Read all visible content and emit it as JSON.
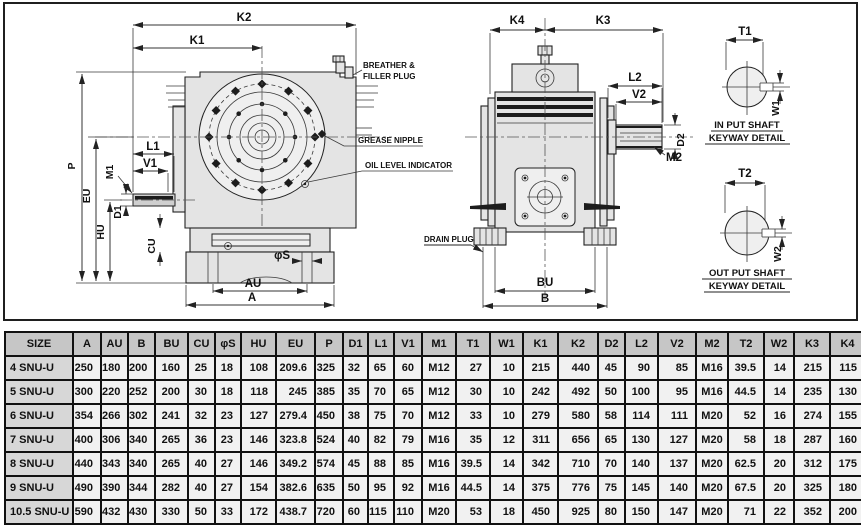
{
  "diagram": {
    "dims": {
      "k2": "K2",
      "k1": "K1",
      "l1": "L1",
      "v1": "V1",
      "m1": "M1",
      "p": "P",
      "eu": "EU",
      "hu": "HU",
      "d1": "D1",
      "cu": "CU",
      "phis": "φS",
      "au": "AU",
      "a": "A",
      "k4": "K4",
      "k3": "K3",
      "l2": "L2",
      "v2": "V2",
      "d2": "D2",
      "m2": "M2",
      "bu": "BU",
      "b": "B",
      "t1": "T1",
      "w1": "W1",
      "t2": "T2",
      "w2": "W2"
    },
    "callouts": {
      "breather_1": "BREATHER &",
      "breather_2": "FILLER PLUG",
      "grease": "GREASE NIPPLE",
      "oil": "OIL LEVEL INDICATOR",
      "drain": "DRAIN PLUG"
    },
    "captions": {
      "input_1": "IN PUT SHAFT",
      "input_2": "KEYWAY DETAIL",
      "output_1": "OUT PUT SHAFT",
      "output_2": "KEYWAY DETAIL"
    }
  },
  "table": {
    "columns": [
      "SIZE",
      "A",
      "AU",
      "B",
      "BU",
      "CU",
      "φS",
      "HU",
      "EU",
      "P",
      "D1",
      "L1",
      "V1",
      "M1",
      "T1",
      "W1",
      "K1",
      "K2",
      "D2",
      "L2",
      "V2",
      "M2",
      "T2",
      "W2",
      "K3",
      "K4"
    ],
    "rows": [
      [
        "4 SNU-U",
        "250",
        "180",
        "200",
        "160",
        "25",
        "18",
        "108",
        "209.6",
        "325",
        "32",
        "65",
        "60",
        "M12",
        "27",
        "10",
        "215",
        "440",
        "45",
        "90",
        "85",
        "M16",
        "39.5",
        "14",
        "215",
        "115"
      ],
      [
        "5 SNU-U",
        "300",
        "220",
        "252",
        "200",
        "30",
        "18",
        "118",
        "245",
        "385",
        "35",
        "70",
        "65",
        "M12",
        "30",
        "10",
        "242",
        "492",
        "50",
        "100",
        "95",
        "M16",
        "44.5",
        "14",
        "235",
        "130"
      ],
      [
        "6 SNU-U",
        "354",
        "266",
        "302",
        "241",
        "32",
        "23",
        "127",
        "279.4",
        "450",
        "38",
        "75",
        "70",
        "M12",
        "33",
        "10",
        "279",
        "580",
        "58",
        "114",
        "111",
        "M20",
        "52",
        "16",
        "274",
        "155"
      ],
      [
        "7 SNU-U",
        "400",
        "306",
        "340",
        "265",
        "36",
        "23",
        "146",
        "323.8",
        "524",
        "40",
        "82",
        "79",
        "M16",
        "35",
        "12",
        "311",
        "656",
        "65",
        "130",
        "127",
        "M20",
        "58",
        "18",
        "287",
        "160"
      ],
      [
        "8 SNU-U",
        "440",
        "343",
        "340",
        "265",
        "40",
        "27",
        "146",
        "349.2",
        "574",
        "45",
        "88",
        "85",
        "M16",
        "39.5",
        "14",
        "342",
        "710",
        "70",
        "140",
        "137",
        "M20",
        "62.5",
        "20",
        "312",
        "175"
      ],
      [
        "9 SNU-U",
        "490",
        "390",
        "344",
        "282",
        "40",
        "27",
        "154",
        "382.6",
        "635",
        "50",
        "95",
        "92",
        "M16",
        "44.5",
        "14",
        "375",
        "776",
        "75",
        "145",
        "140",
        "M20",
        "67.5",
        "20",
        "325",
        "180"
      ],
      [
        "10.5 SNU-U",
        "590",
        "432",
        "430",
        "330",
        "50",
        "33",
        "172",
        "438.7",
        "720",
        "60",
        "115",
        "110",
        "M20",
        "53",
        "18",
        "450",
        "925",
        "80",
        "150",
        "147",
        "M20",
        "71",
        "22",
        "352",
        "200"
      ]
    ]
  },
  "colors": {
    "line": "#111111",
    "header_bg": "#c6c6c6",
    "size_col_bg": "#d7d7d7",
    "cell_bg": "#f1f1f1",
    "housing_fill": "#e4e4e4"
  }
}
